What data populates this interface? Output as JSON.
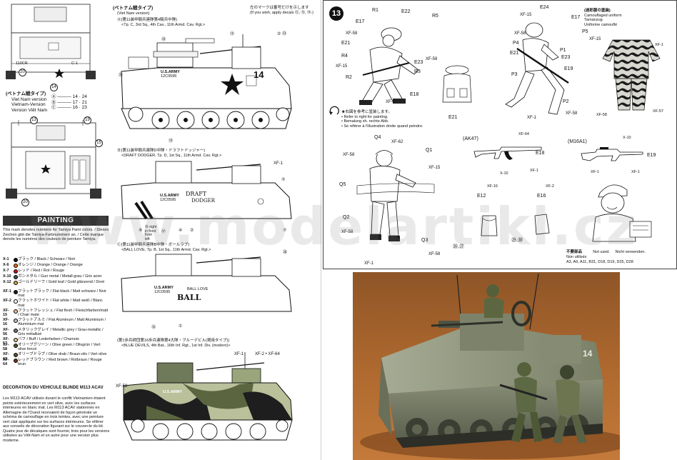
{
  "left_page": {
    "vn_top": {
      "title": "(ベトナム戦タイプ)",
      "lines": [
        "Viet Nam version",
        "Vietnam-Version",
        "Version Viêt Nam"
      ]
    },
    "marks": {
      "a": "Ⓐ",
      "b": "Ⓑ",
      "c": "Ⓒ"
    },
    "side_callouts": {
      "n24": "24",
      "n21": "21",
      "n23": "23",
      "n16": "16",
      "n17": "17",
      "n20": "20",
      "n14": "14",
      "n13": "13",
      "n19": "19",
      "n15": "15"
    },
    "bumper_text": {
      "left": "110CR",
      "right": "C-1"
    }
  },
  "center": {
    "header": {
      "title": "(ベトナム戦タイプ)",
      "subtitle": "(Viet Nam version)",
      "note_jp": "左のマークは番号だけを示します",
      "note_en": "(If you wish, apply decals ⑫, ⑬, ⑭.)"
    },
    "versions": {
      "a": {
        "jp": "Ⓐ(第11装甲騎兵連隊第4騎兵中隊)",
        "en": "<Tp. C, 3rd Sq., 4th Cav., 11th Armd. Cav. Rgt.>"
      },
      "b": {
        "jp": "Ⓑ(第11装甲騎兵連隊D中隊・ドラフトドッジャー)",
        "en": "<DRAFT DODGER. Tp. D, 1st Sq., 11th Armd. Cav. Rgt.>"
      },
      "c": {
        "jp": "Ⓒ(第11装甲騎兵連隊B中隊・ボールラブ)",
        "en": "<BALL LOVE, Tp. B, 1st Sq., 11th Armd. Cav. Rgt.>"
      },
      "d": {
        "jp": "(第1歩兵師団第16歩兵連隊第4大隊・ブルーデビル(現用タイプ))",
        "en": "<BLUE DEVILS, 4th Bat., 16th Inf. Rgt., 1st Inf. Div. (modern)>"
      }
    },
    "tank_a": {
      "army": "U.S.ARMY",
      "serial": "12C0595",
      "number": "14"
    },
    "tank_b": {
      "army": "U.S.ARMY",
      "serial": "12C0595",
      "name1": "DRAFT",
      "name2": "DODGER"
    },
    "tank_c": {
      "army": "U.S.ARMY",
      "serial": "12C0595",
      "name1": "BALL LOVE",
      "name2": "BALL"
    },
    "tank_d": {
      "army": "U.S.ARMY"
    },
    "callouts": {
      "a": [
        "⑱",
        "⑮",
        "② ㉓",
        "㉕",
        "⑲"
      ],
      "b": [
        "XF-1",
        "⑤",
        "⑧",
        "⑰",
        "④",
        "②",
        "⑦"
      ],
      "b_note": [
        "⑲ right",
        "in front",
        "from",
        "left"
      ],
      "c": [
        "⑯",
        "①",
        "㉖"
      ],
      "d": [
        "XF-1",
        "XF-2 • XF-64",
        "XF-58"
      ]
    }
  },
  "painting": {
    "header": "PAINTING",
    "intro": "This mark denotes numbers for Tamiya Paint colors. / Dieses Zeichen gibt die Tamiya-Farbnummern an. / Cette marque denote les numéros des couleurs de peinture Tamiya.",
    "colors": [
      {
        "code": "X-1",
        "name": "ブラック / Black / Schwarz / Noir",
        "swatch": "#111111"
      },
      {
        "code": "X-6",
        "name": "オレンジ / Orange / Orange / Orange",
        "swatch": "#e06a1a"
      },
      {
        "code": "X-7",
        "name": "レッド / Red / Rot / Rouge",
        "swatch": "#c4161c"
      },
      {
        "code": "X-10",
        "name": "ガンメタル / Gun metal / Metall-grau / Gris acier",
        "swatch": "#444b52"
      },
      {
        "code": "X-12",
        "name": "ゴールドリーフ / Gold leaf / Gold glänzend / Doré",
        "swatch": "#c9a23d"
      },
      {
        "code": "XF-1",
        "name": "フラットブラック / Flat black / Matt schwarz / Noir mat",
        "swatch": "#1a1a1a"
      },
      {
        "code": "XF-2",
        "name": "フラットホワイト / Flat white / Matt weiß / Blanc mat",
        "swatch": "#f4f4f4"
      },
      {
        "code": "XF-15",
        "name": "フラットフレッシュ / Flat flesh / Fleischfarben/matt / Chair mate",
        "swatch": "#e9b991"
      },
      {
        "code": "XF-16",
        "name": "フラットアルミ / Flat Aluminum / Matt Aluminium / Aluminium mat",
        "swatch": "#b9bcbf"
      },
      {
        "code": "XF-56",
        "name": "メタリックグレイ / Metallic grey / Grau-metallic / Gris métallisé",
        "swatch": "#6f7378"
      },
      {
        "code": "XF-57",
        "name": "バフ / Buff / Lederfarben / Chamois",
        "swatch": "#d6bf8c"
      },
      {
        "code": "XF-58",
        "name": "オリーブグリーン / Olive green / Olivgrün / Vert olive foncé",
        "swatch": "#4e5a2c"
      },
      {
        "code": "XF-62",
        "name": "オリーブドラブ / Olive drab / Braun-oliv / Vert olive",
        "swatch": "#5a5330"
      },
      {
        "code": "XF-64",
        "name": "レッドブラウン / Red brown / Rotbraun / Rouge brun",
        "swatch": "#6b3222"
      }
    ],
    "french_title": "DECORATION DU VEHICULE BLINDE M113 ACAV",
    "french_text": "Les M113 ACAV utilisés durant le conflit Vietnamien étaient peints extérieurement en vert olive, avec les surfaces intérieures en blanc mat. Les M113 ACAV stationnés en Allemagne de l'Ouest recevaient de façon générale un schéma de camouflage en trois teintes, avec une peinture vert clair appliquée sur les surfaces intérieures. Se référer aux conseils de décoration figurant sur le couvercle du kit. Quatre jeux de décalques sont fournis; trois pour les versions utilisées au Viêt-Nam et un autre pour une version plus moderne."
  },
  "figures": {
    "section_number": "13",
    "r_labels": [
      "R1",
      "E22",
      "R5",
      "E17",
      "XF-58",
      "E21",
      "R4",
      "XF-15",
      "R2",
      "E23",
      "R3",
      "E18",
      "XF-58",
      "XF-1"
    ],
    "p_labels": [
      "XF-15",
      "E24",
      "E17",
      "P5",
      "XF-58",
      "P4",
      "E21",
      "P1",
      "E23",
      "P3",
      "E19",
      "P2",
      "XF-58",
      "XF-1",
      "XF-15"
    ],
    "ref_note": [
      "★右図を参考に塗装します。",
      "• Refer to right for painting.",
      "• Bemalung sh. rechte Abb.",
      "• Se référer à l'illustration droite quand peindre."
    ],
    "camo": {
      "title_jp": "(迷彩服の塗装)",
      "en": "Camouflaged uniform",
      "de": "Tarnanzug",
      "fr": "Uniforme camouflé",
      "colors": [
        "XF-1",
        "XF-58",
        "XF-57"
      ]
    },
    "e21_label": "E21",
    "q_labels": [
      "Q4",
      "XF-62",
      "XF-58",
      "Q1",
      "XF-15",
      "Q5",
      "Q2",
      "XF-58",
      "Q3",
      "XF-58",
      "XF-1"
    ],
    "ak47": {
      "title": "(AK47)",
      "labels": [
        "XF-64",
        "E18",
        "X-10",
        "XF-1"
      ]
    },
    "m16": {
      "title": "(M16A1)",
      "labels": [
        "X-10",
        "E19",
        "XF-1",
        "XF-1"
      ]
    },
    "parts": {
      "e12": "E12",
      "e16": "E16",
      "xf16": "XF-16",
      "xf2": "XF-2",
      "n2627": "㉖,㉗",
      "n2930": "㉙,㉚"
    },
    "not_used": {
      "jp": "不要部品",
      "en": "Not used.",
      "de": "Nicht verwenden.",
      "fr": "Non utilisés",
      "parts": "A3, A9, A11, B31, D18, D19, D25, D28"
    },
    "photo_number": "14"
  },
  "watermark": "www.modelartikl.cz"
}
